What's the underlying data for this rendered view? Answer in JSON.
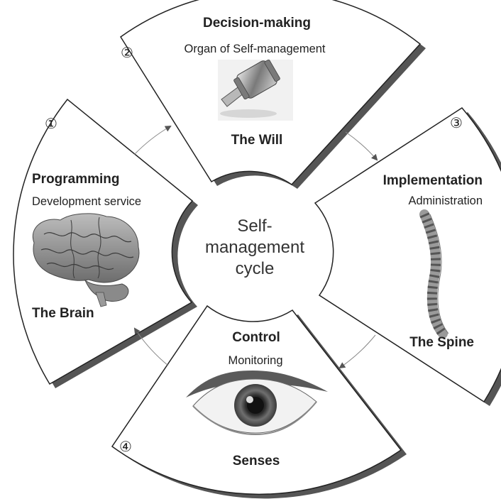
{
  "center": {
    "lines": [
      "Self-",
      "management",
      "cycle"
    ]
  },
  "segments": [
    {
      "number": "①",
      "title": "Programming",
      "subtitle": "Development service",
      "organ": "The Brain",
      "icon": "brain-icon"
    },
    {
      "number": "②",
      "title": "Decision-making",
      "subtitle": "Organ of Self-management",
      "organ": "The Will",
      "icon": "gavel-icon"
    },
    {
      "number": "③",
      "title": "Implementation",
      "subtitle": "Administration",
      "organ": "The Spine",
      "icon": "spine-icon"
    },
    {
      "number": "④",
      "title": "Control",
      "subtitle": "Monitoring",
      "organ": "Senses",
      "icon": "eye-icon"
    }
  ],
  "colors": {
    "outline": "#222222",
    "shadow": "#555555",
    "arrow": "#888888",
    "text": "#222222"
  }
}
